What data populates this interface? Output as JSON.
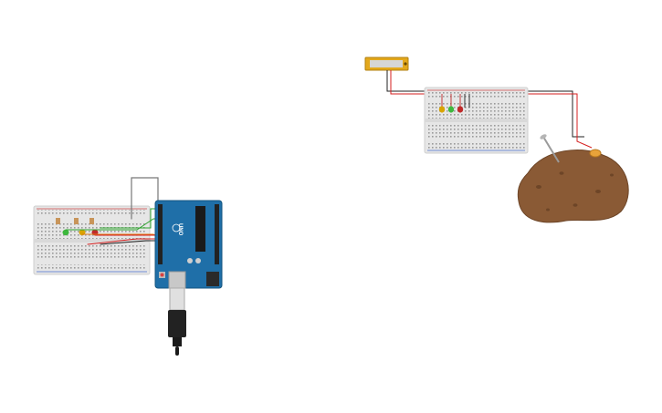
{
  "workspace": {
    "background": "#ffffff"
  },
  "circuit_left": {
    "arduino": {
      "board_text": "UNO",
      "color": "#1f6fa8"
    },
    "breadboard": {
      "color": "#e6e6e6"
    },
    "leds": [
      {
        "color": "#3db83d",
        "name": "green-led"
      },
      {
        "color": "#d9a400",
        "name": "yellow-led"
      },
      {
        "color": "#c02a2a",
        "name": "red-led"
      }
    ],
    "wire_colors": {
      "green": "#2fa52f",
      "red": "#d61f1f",
      "black": "#222222",
      "orange": "#e07b1a",
      "gray": "#777777"
    },
    "usb_cable": {
      "color": "#222222"
    }
  },
  "circuit_right": {
    "lcd": {
      "frame_color": "#e3a81c",
      "screen_color": "#d6d6d6"
    },
    "breadboard": {
      "color": "#e6e6e6"
    },
    "leds": [
      {
        "color": "#d9a400",
        "name": "yellow-led"
      },
      {
        "color": "#3db83d",
        "name": "green-led"
      },
      {
        "color": "#c02a2a",
        "name": "red-led"
      }
    ],
    "potato": {
      "color": "#8a5a35"
    },
    "nail": {
      "color": "#9a9a9a"
    },
    "clip": {
      "color": "#e8a33a"
    }
  }
}
